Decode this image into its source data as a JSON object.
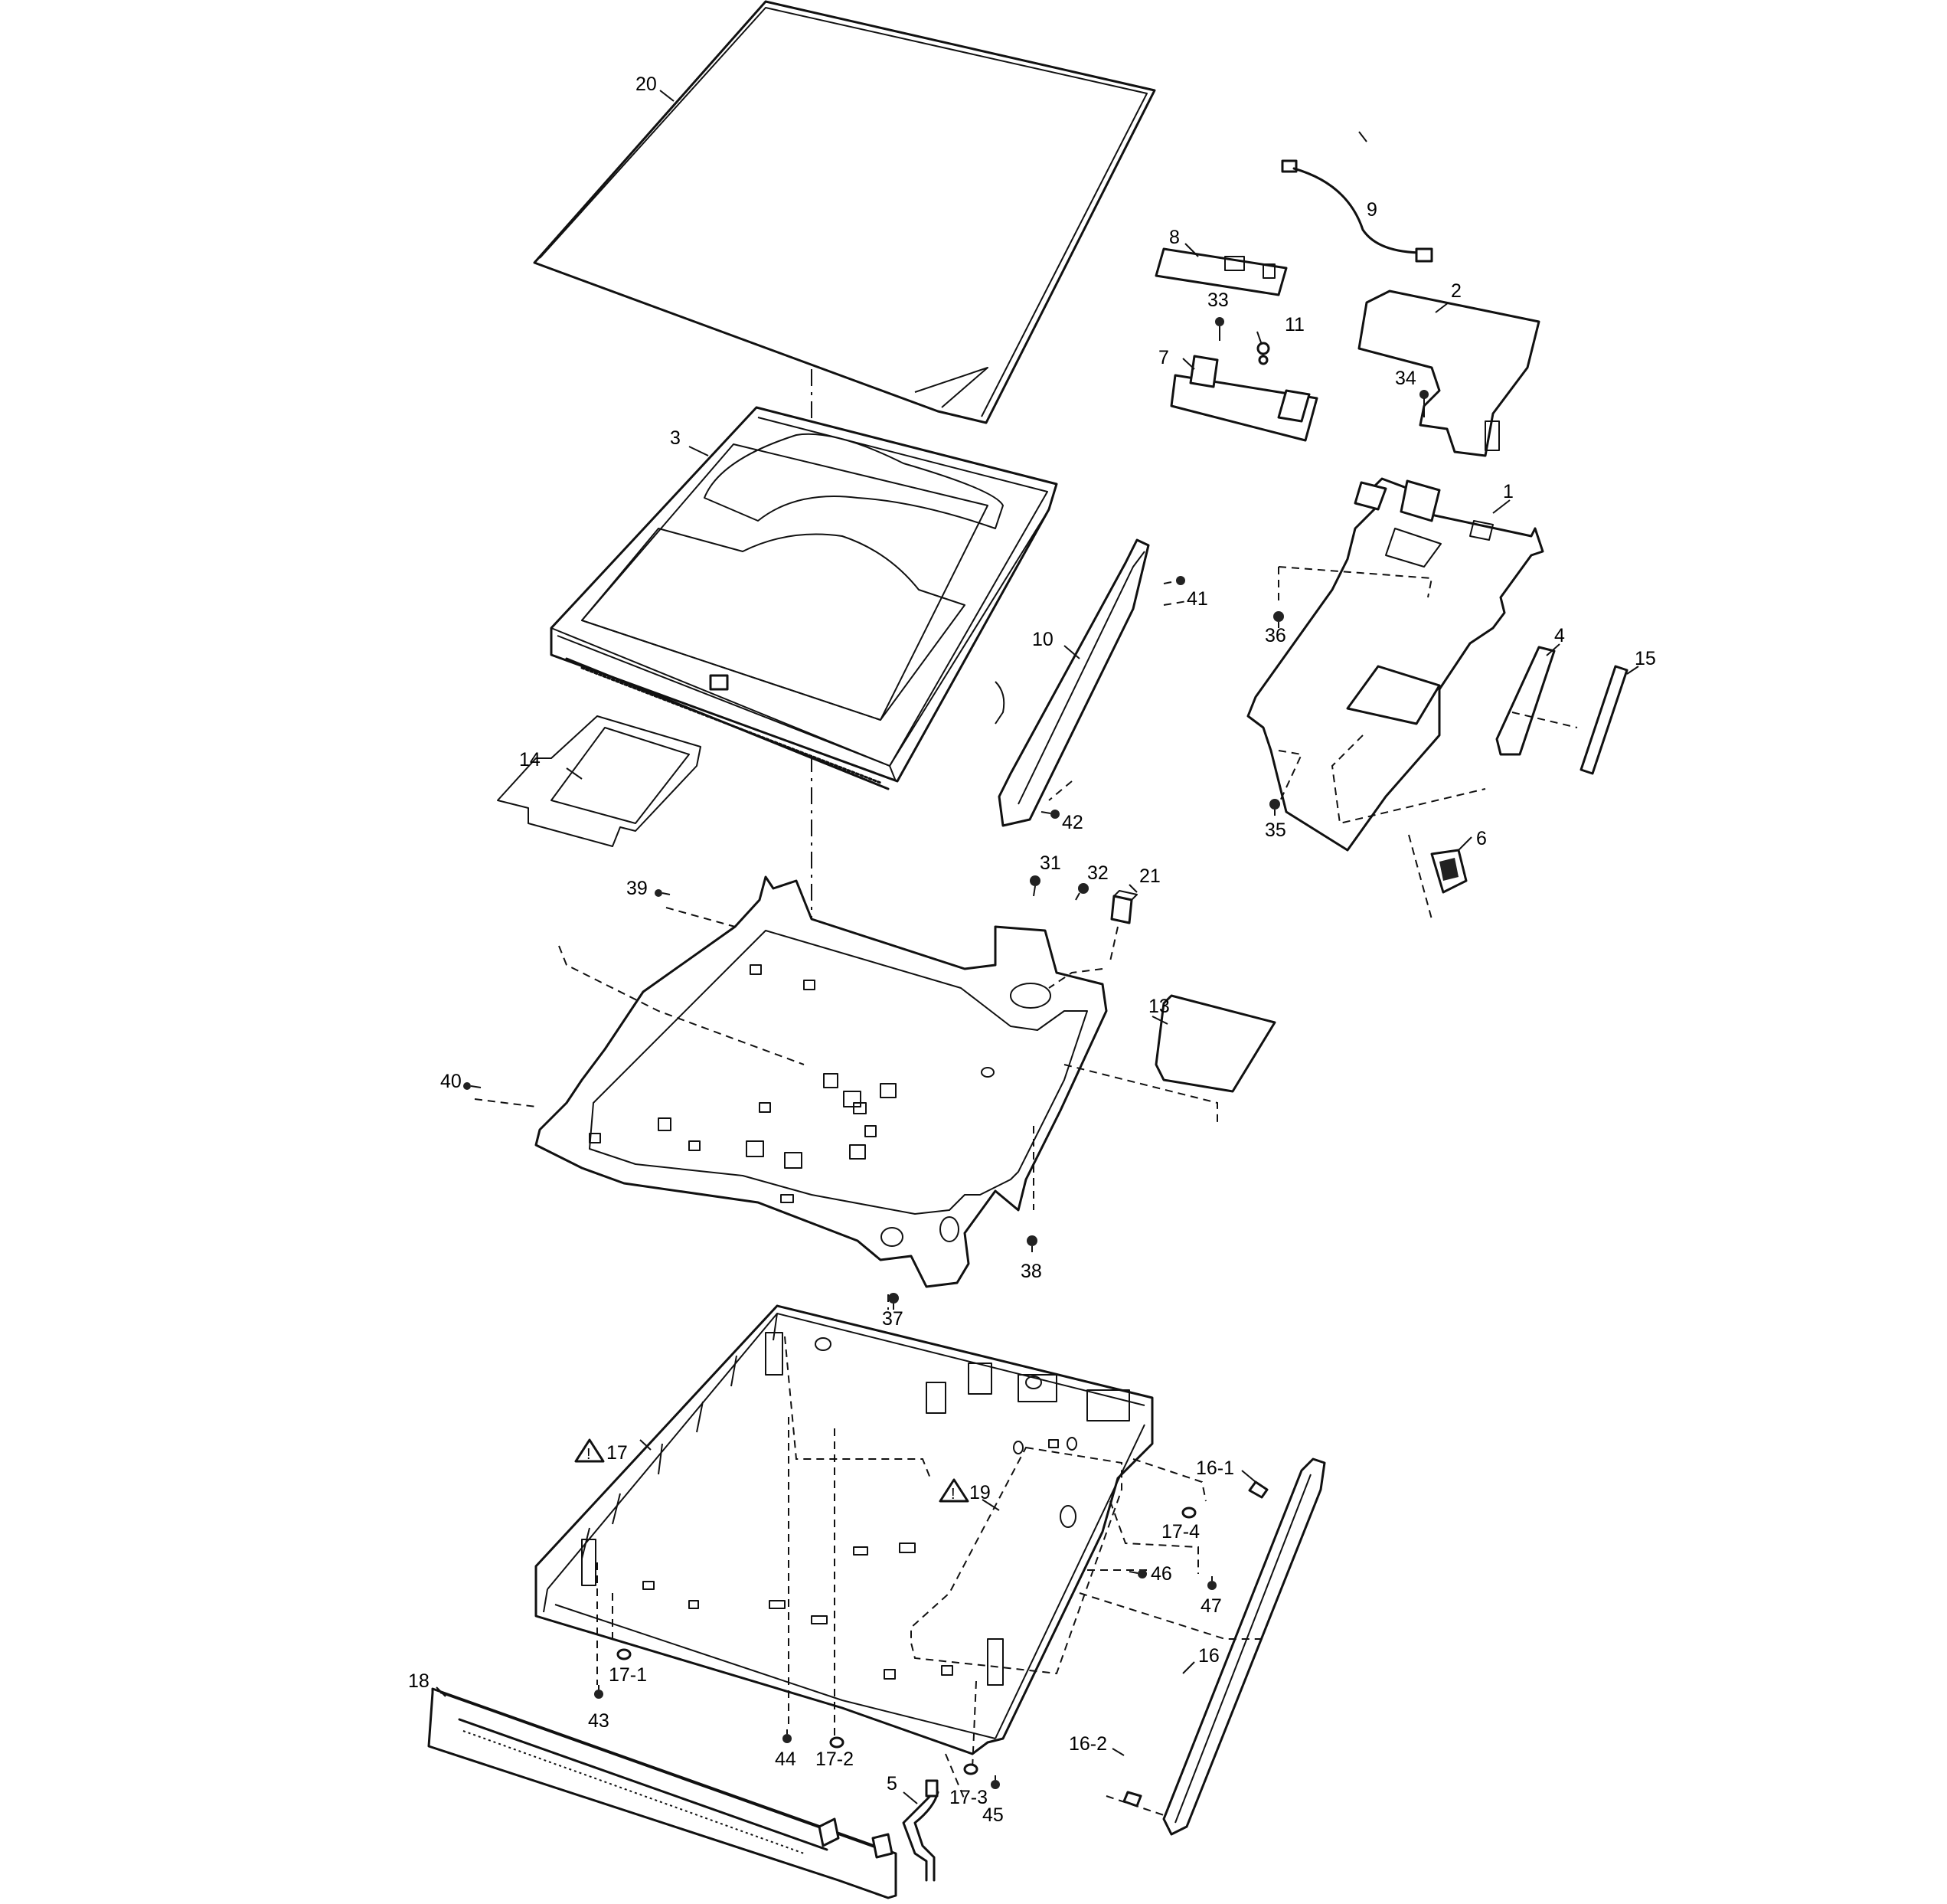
{
  "diagram": {
    "labels": {
      "p1": "1",
      "p2": "2",
      "p3": "3",
      "p4": "4",
      "p5": "5",
      "p6": "6",
      "p7": "7",
      "p8": "8",
      "p9": "9",
      "p10": "10",
      "p11": "11",
      "p13": "13",
      "p14": "14",
      "p15": "15",
      "p16": "16",
      "p16_1": "16-1",
      "p16_2": "16-2",
      "p17": "17",
      "p17_1": "17-1",
      "p17_2": "17-2",
      "p17_3": "17-3",
      "p17_4": "17-4",
      "p18": "18",
      "p19": "19",
      "p20": "20",
      "p21": "21",
      "p31": "31",
      "p32": "32",
      "p33": "33",
      "p34": "34",
      "p35": "35",
      "p36": "36",
      "p37": "37",
      "p38": "38",
      "p39": "39",
      "p40": "40",
      "p41": "41",
      "p42": "42",
      "p43": "43",
      "p44": "44",
      "p45": "45",
      "p46": "46",
      "p47": "47"
    },
    "warning_icon": "caution-triangle-icon"
  }
}
